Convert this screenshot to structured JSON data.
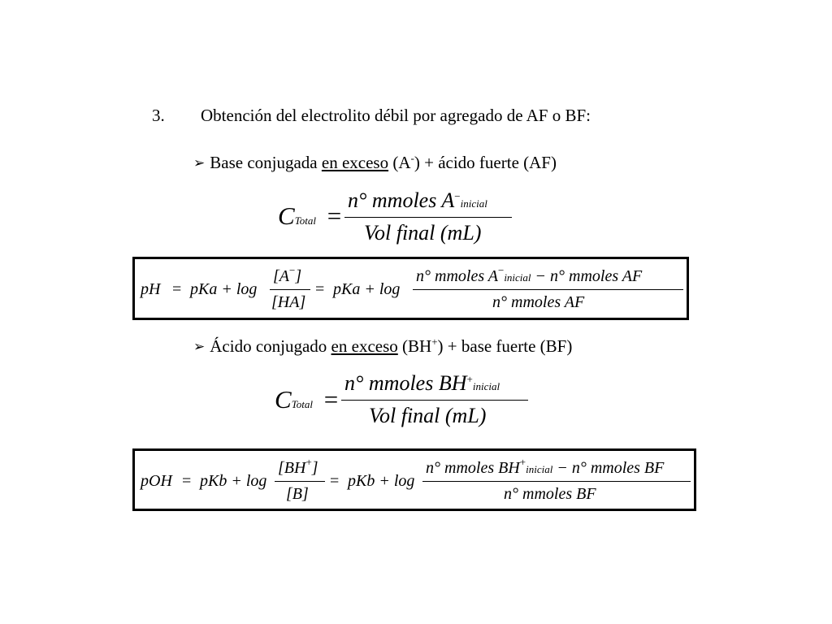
{
  "heading": {
    "number": "3.",
    "text": "Obtención del electrolito débil por agregado de AF o BF:"
  },
  "case1": {
    "pre": "Base conjugada ",
    "underlined": "en exceso",
    "mid": " (A",
    "sup": "-",
    "post": ") + ácido fuerte (AF)",
    "ctotal": {
      "lhs": "C",
      "lhs_sub": "Total",
      "eq": "=",
      "num": "n° mmoles A",
      "num_sup": "−",
      "num_sub": "inicial",
      "den": "Vol  final (mL)"
    },
    "box": {
      "lhs": "pH",
      "eq1": "=",
      "term1": "pKa + log",
      "frac1_num": "[A",
      "frac1_num_sup": "−",
      "frac1_num_close": "]",
      "frac1_den": "[HA]",
      "eq2": "=",
      "term2": "pKa + log",
      "frac2_num_a": "n° mmoles A",
      "frac2_num_sup": "−",
      "frac2_num_sub": "inicial",
      "frac2_num_b": " − n° mmoles AF",
      "frac2_den": "n° mmoles AF"
    }
  },
  "case2": {
    "pre": "Ácido conjugado ",
    "underlined": "en exceso",
    "mid": " (BH",
    "sup": "+",
    "post": ") + base fuerte (BF)",
    "ctotal": {
      "lhs": "C",
      "lhs_sub": "Total",
      "eq": "=",
      "num": "n° mmoles BH",
      "num_sup": "+",
      "num_sub": "inicial",
      "den": "Vol  final (mL)"
    },
    "box": {
      "lhs": "pOH",
      "eq1": "=",
      "term1": "pKb + log",
      "frac1_num": "[BH",
      "frac1_num_sup": "+",
      "frac1_num_close": "]",
      "frac1_den": "[B]",
      "eq2": "=",
      "term2": "pKb + log",
      "frac2_num_a": "n° mmoles BH",
      "frac2_num_sup": "+",
      "frac2_num_sub": "inicial",
      "frac2_num_b": " − n° mmoles BF",
      "frac2_den": "n° mmoles BF"
    }
  }
}
